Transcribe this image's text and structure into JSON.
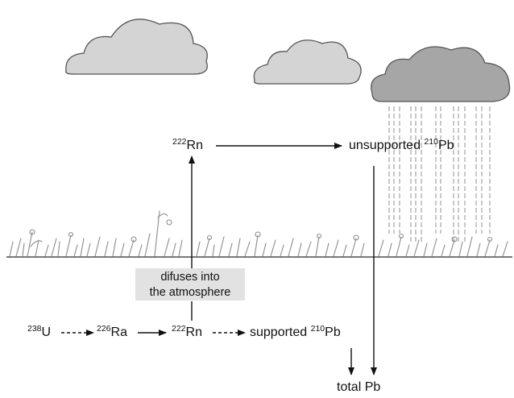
{
  "labels": {
    "rn222_top": {
      "sup": "222",
      "base": "Rn"
    },
    "unsupported_pb": {
      "prefix": "unsupported ",
      "sup": "210",
      "base": "Pb"
    },
    "u238": {
      "sup": "238",
      "base": "U"
    },
    "ra226": {
      "sup": "226",
      "base": "Ra"
    },
    "rn222_bottom": {
      "sup": "222",
      "base": "Rn"
    },
    "supported_pb": {
      "prefix": "supported ",
      "sup": "210",
      "base": "Pb"
    },
    "total_pb": "total Pb",
    "diffusion_line1": "difuses into",
    "diffusion_line2": "the atmosphere"
  },
  "colors": {
    "cloud_light": "#d4d4d4",
    "cloud_dark": "#a6a6a6",
    "cloud_outline": "#555555",
    "rain": "#9a9a9a",
    "ground": "#777777",
    "vegetation": "#8c8c8c",
    "arrow": "#111111",
    "label_box": "#e2e2e2"
  },
  "icons": [
    "cloud-icon",
    "rain-cloud-icon",
    "rain-icon",
    "vegetation-icon"
  ]
}
